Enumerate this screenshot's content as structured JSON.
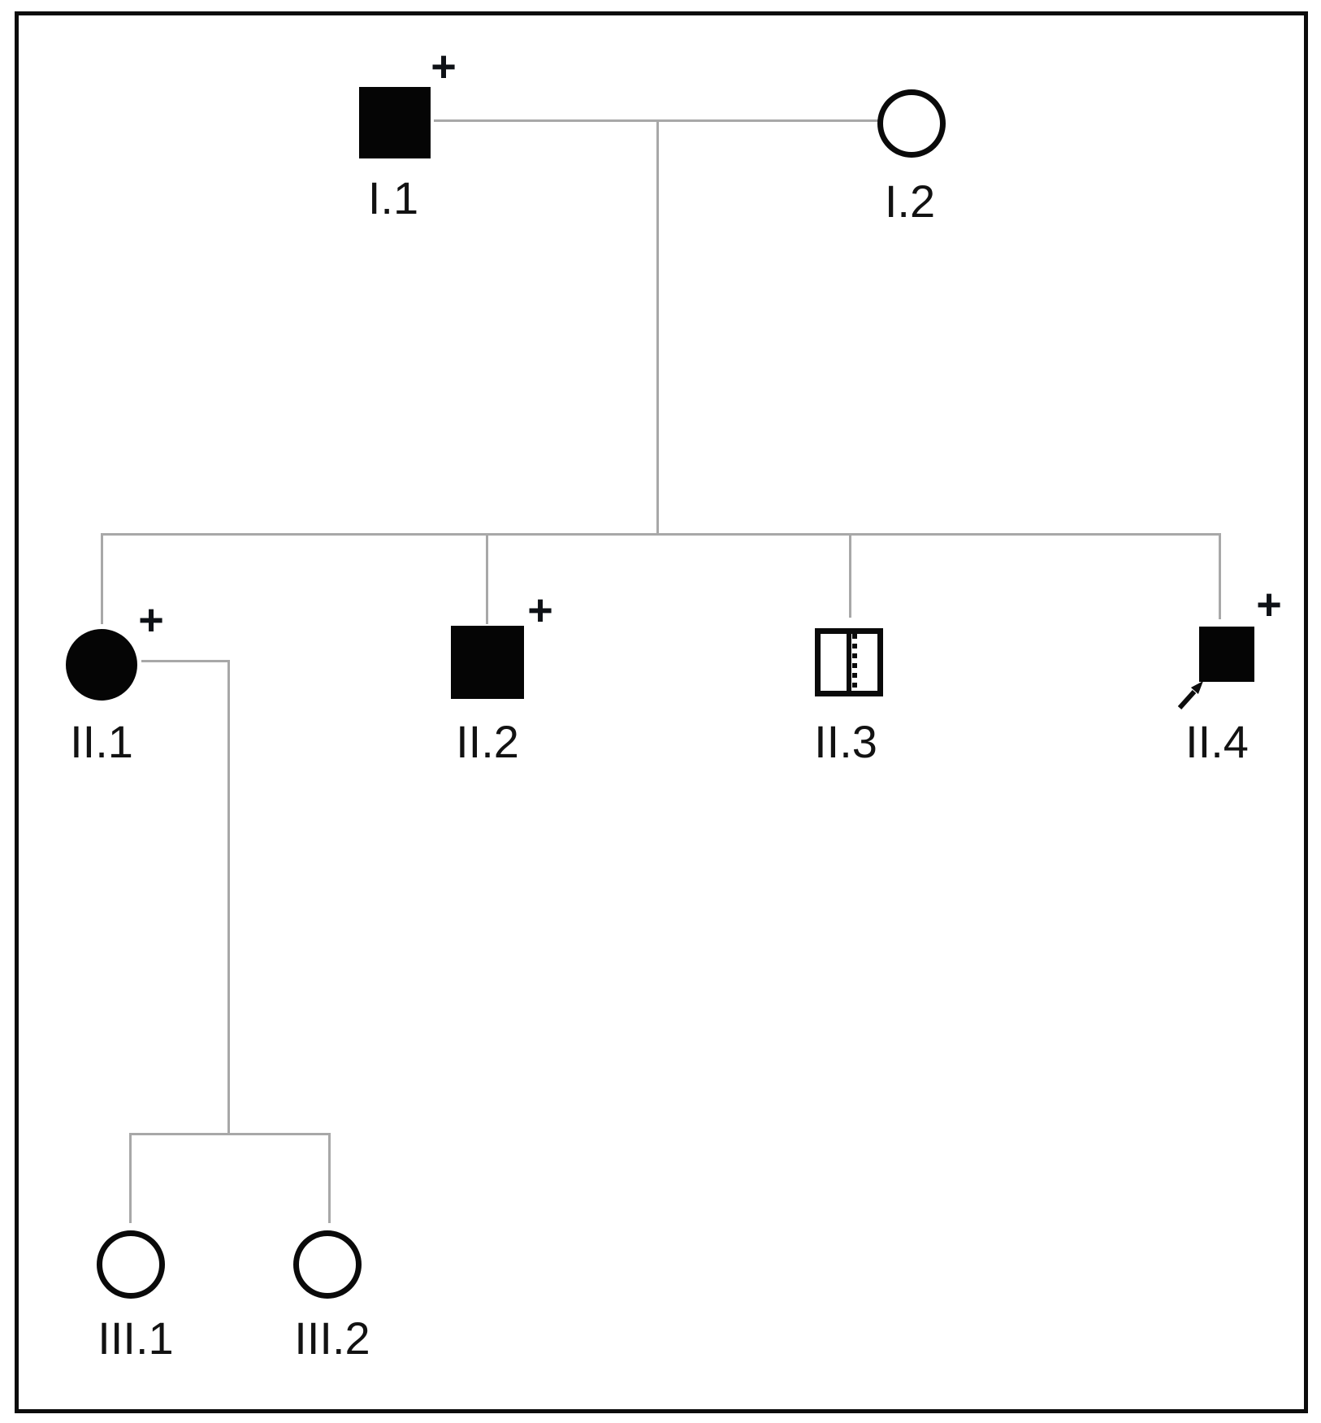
{
  "diagram": {
    "name": "Three-generation pedigree chart",
    "background": "#ffffff",
    "line_color": "#a8a8a8",
    "symbol_color": "#050505",
    "plus_marker": "+",
    "generations": [
      "I",
      "II",
      "III"
    ],
    "individuals": [
      {
        "id": "I.1",
        "label": "I.1",
        "generation": "I",
        "sex": "male",
        "phenotype": "affected",
        "marker": "+"
      },
      {
        "id": "I.2",
        "label": "I.2",
        "generation": "I",
        "sex": "female",
        "phenotype": "unaffected"
      },
      {
        "id": "II.1",
        "label": "II.1",
        "generation": "II",
        "sex": "female",
        "phenotype": "affected",
        "marker": "+"
      },
      {
        "id": "II.2",
        "label": "II.2",
        "generation": "II",
        "sex": "male",
        "phenotype": "affected",
        "marker": "+"
      },
      {
        "id": "II.3",
        "label": "II.3",
        "generation": "II",
        "sex": "male",
        "phenotype": "carrier"
      },
      {
        "id": "II.4",
        "label": "II.4",
        "generation": "II",
        "sex": "male",
        "phenotype": "affected",
        "marker": "+",
        "proband": true
      },
      {
        "id": "III.1",
        "label": "III.1",
        "generation": "III",
        "sex": "female",
        "phenotype": "unaffected"
      },
      {
        "id": "III.2",
        "label": "III.2",
        "generation": "III",
        "sex": "female",
        "phenotype": "unaffected"
      }
    ],
    "unions": [
      {
        "partners": [
          "I.1",
          "I.2"
        ],
        "children": [
          "II.1",
          "II.2",
          "II.3",
          "II.4"
        ]
      },
      {
        "partners": [
          "II.1"
        ],
        "children": [
          "III.1",
          "III.2"
        ]
      }
    ]
  }
}
